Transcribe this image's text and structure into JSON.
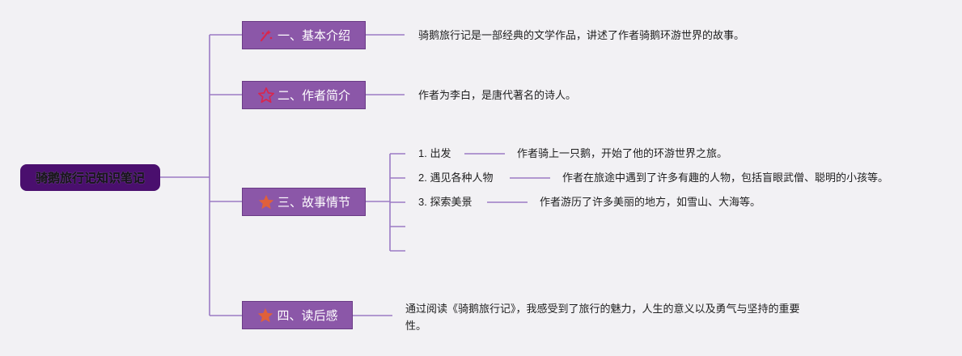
{
  "root": {
    "label": "骑鹅旅行记知识笔记"
  },
  "branches": [
    {
      "label": "一、基本介绍",
      "icon": "sparkle-icon",
      "text": "骑鹅旅行记是一部经典的文学作品，讲述了作者骑鹅环游世界的故事。"
    },
    {
      "label": "二、作者简介",
      "icon": "star-outline-icon",
      "text": "作者为李白，是唐代著名的诗人。"
    },
    {
      "label": "三、故事情节",
      "icon": "star-icon",
      "items": [
        {
          "label": "1. 出发",
          "text": "作者骑上一只鹅，开始了他的环游世界之旅。"
        },
        {
          "label": "2. 遇见各种人物",
          "text": "作者在旅途中遇到了许多有趣的人物，包括盲眼武僧、聪明的小孩等。"
        },
        {
          "label": "3. 探索美景",
          "text": "作者游历了许多美丽的地方，如雪山、大海等。"
        }
      ]
    },
    {
      "label": "四、读后感",
      "icon": "star-icon",
      "text": "通过阅读《骑鹅旅行记》，我感受到了旅行的魅力，人生的意义以及勇气与坚持的重要性。"
    }
  ],
  "colors": {
    "line": "#9b7bc4",
    "branch_fill": "#8b57a8",
    "root_fill": "#4a0f6e",
    "icon_red": "#d9264d",
    "icon_orange": "#e0603a"
  }
}
